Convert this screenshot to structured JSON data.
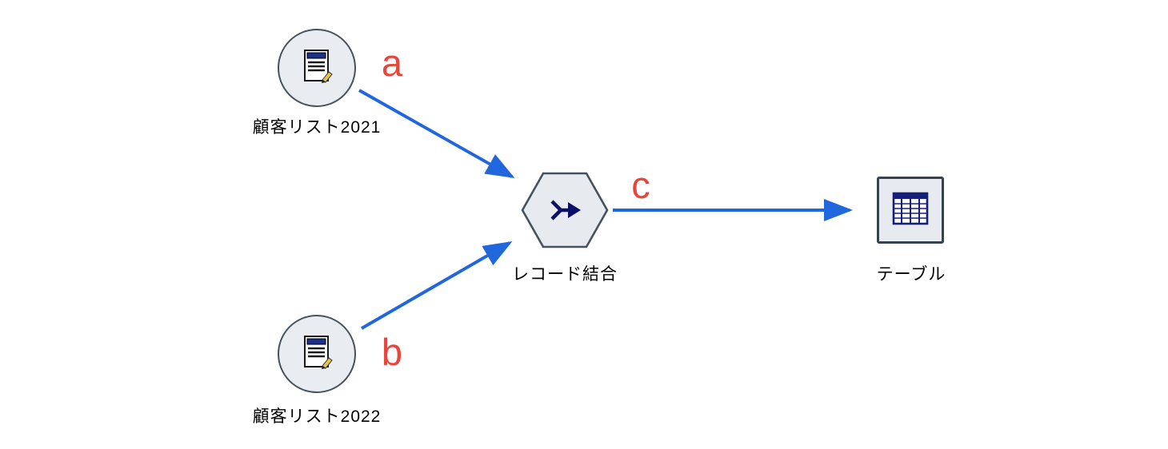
{
  "canvas": {
    "background": "#ffffff",
    "arrow_color": "#2066dd",
    "annotation_color": "#e8463a",
    "node_fill": "#e9edf1",
    "icon_navy": "#101a6e"
  },
  "nodes": [
    {
      "id": "source-2021",
      "label": "顧客リスト2021",
      "type": "source",
      "shape": "circle",
      "icon": "document-edit-icon"
    },
    {
      "id": "source-2022",
      "label": "顧客リスト2022",
      "type": "source",
      "shape": "circle",
      "icon": "document-edit-icon"
    },
    {
      "id": "merge",
      "label": "レコード結合",
      "type": "merge",
      "shape": "hexagon",
      "icon": "merge-arrow-icon"
    },
    {
      "id": "table",
      "label": "テーブル",
      "type": "output",
      "shape": "square",
      "icon": "table-icon"
    }
  ],
  "annotations": [
    {
      "id": "a",
      "label": "a"
    },
    {
      "id": "b",
      "label": "b"
    },
    {
      "id": "c",
      "label": "c"
    }
  ],
  "edges": [
    {
      "from": "source-2021",
      "to": "merge",
      "annotation": "a"
    },
    {
      "from": "source-2022",
      "to": "merge",
      "annotation": "b"
    },
    {
      "from": "merge",
      "to": "table",
      "annotation": "c"
    }
  ]
}
